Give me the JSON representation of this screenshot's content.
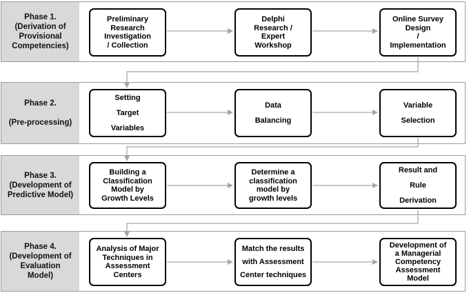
{
  "phases": [
    {
      "label": "Phase 1.\n(Derivation of\nProvisional\nCompetencies)",
      "steps": [
        "Preliminary\nResearch\nInvestigation\n/ Collection",
        "Delphi\nResearch /\nExpert\nWorkshop",
        "Online Survey\nDesign\n/\nImplementation"
      ]
    },
    {
      "label": "Phase 2.\n\n(Pre-processing)",
      "steps": [
        "Setting\nTarget\nVariables",
        "Data\nBalancing",
        "Variable\nSelection"
      ]
    },
    {
      "label": "Phase 3.\n(Development of\nPredictive Model)",
      "steps": [
        "Building a\nClassification\nModel by\nGrowth Levels",
        "Determine a\nclassification\nmodel by\ngrowth levels",
        "Result and\nRule\nDerivation"
      ]
    },
    {
      "label": "Phase 4.\n(Development of\nEvaluation\nModel)",
      "steps": [
        "Analysis of Major\nTechniques in\nAssessment\nCenters",
        "Match the results\nwith Assessment\nCenter techniques",
        "Development of\na Managerial\nCompetency\nAssessment\nModel"
      ]
    }
  ],
  "colors": {
    "label_bg": "#d9d9d9",
    "arrow": "#a6a6a6",
    "box_border": "#000000",
    "band_border": "#9a9a9a"
  }
}
